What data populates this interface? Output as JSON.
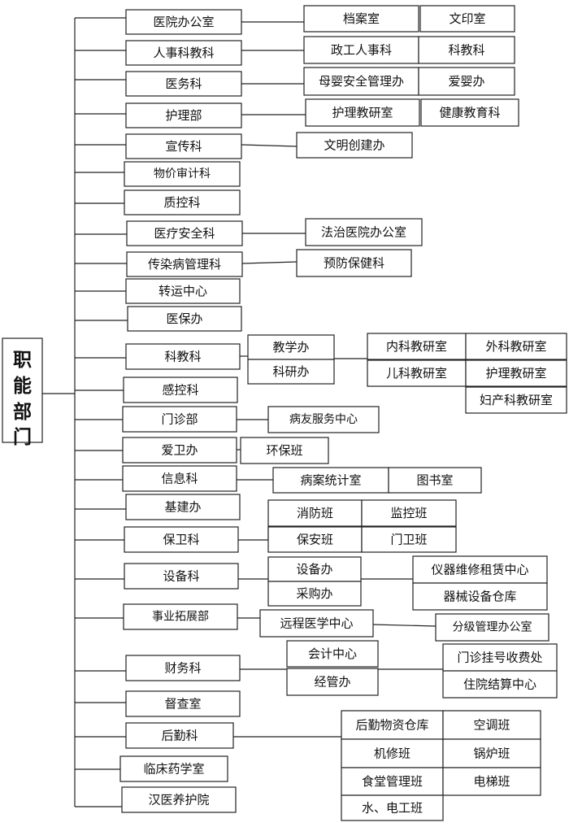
{
  "root": {
    "lines": [
      "职",
      "能",
      "部",
      "门"
    ]
  },
  "departments": [
    "医院办公室",
    "人事科教科",
    "医务科",
    "护理部",
    "宣传科",
    "物价审计科",
    "质控科",
    "医疗安全科",
    "传染病管理科",
    "转运中心",
    "医保办",
    "科教科",
    "感控科",
    "门诊部",
    "爱卫办",
    "信息科",
    "基建办",
    "保卫科",
    "设备科",
    "事业拓展部",
    "财务科",
    "督查室",
    "后勤科",
    "临床药学室",
    "汉医养护院"
  ],
  "subunits": [
    "档案室",
    "文印室",
    "政工人事科",
    "科教科",
    "母婴安全管理办",
    "爱婴办",
    "护理教研室",
    "健康教育科",
    "文明创建办",
    "法治医院办公室",
    "预防保健科",
    "教学办",
    "科研办",
    "内科教研室",
    "外科教研室",
    "儿科教研室",
    "护理教研室",
    "妇产科教研室",
    "病友服务中心",
    "环保班",
    "病案统计室",
    "图书室",
    "消防班",
    "监控班",
    "保安班",
    "门卫班",
    "设备办",
    "采购办",
    "仪器维修租赁中心",
    "器械设备仓库",
    "远程医学中心",
    "分级管理办公室",
    "会计中心",
    "经管办",
    "门诊挂号收费处",
    "住院结算中心",
    "后勤物资仓库",
    "空调班",
    "机修班",
    "锅炉班",
    "食堂管理班",
    "电梯班",
    "水、电工班"
  ],
  "colors": {
    "stroke": "#222222",
    "fill": "#ffffff",
    "text": "#111111"
  }
}
